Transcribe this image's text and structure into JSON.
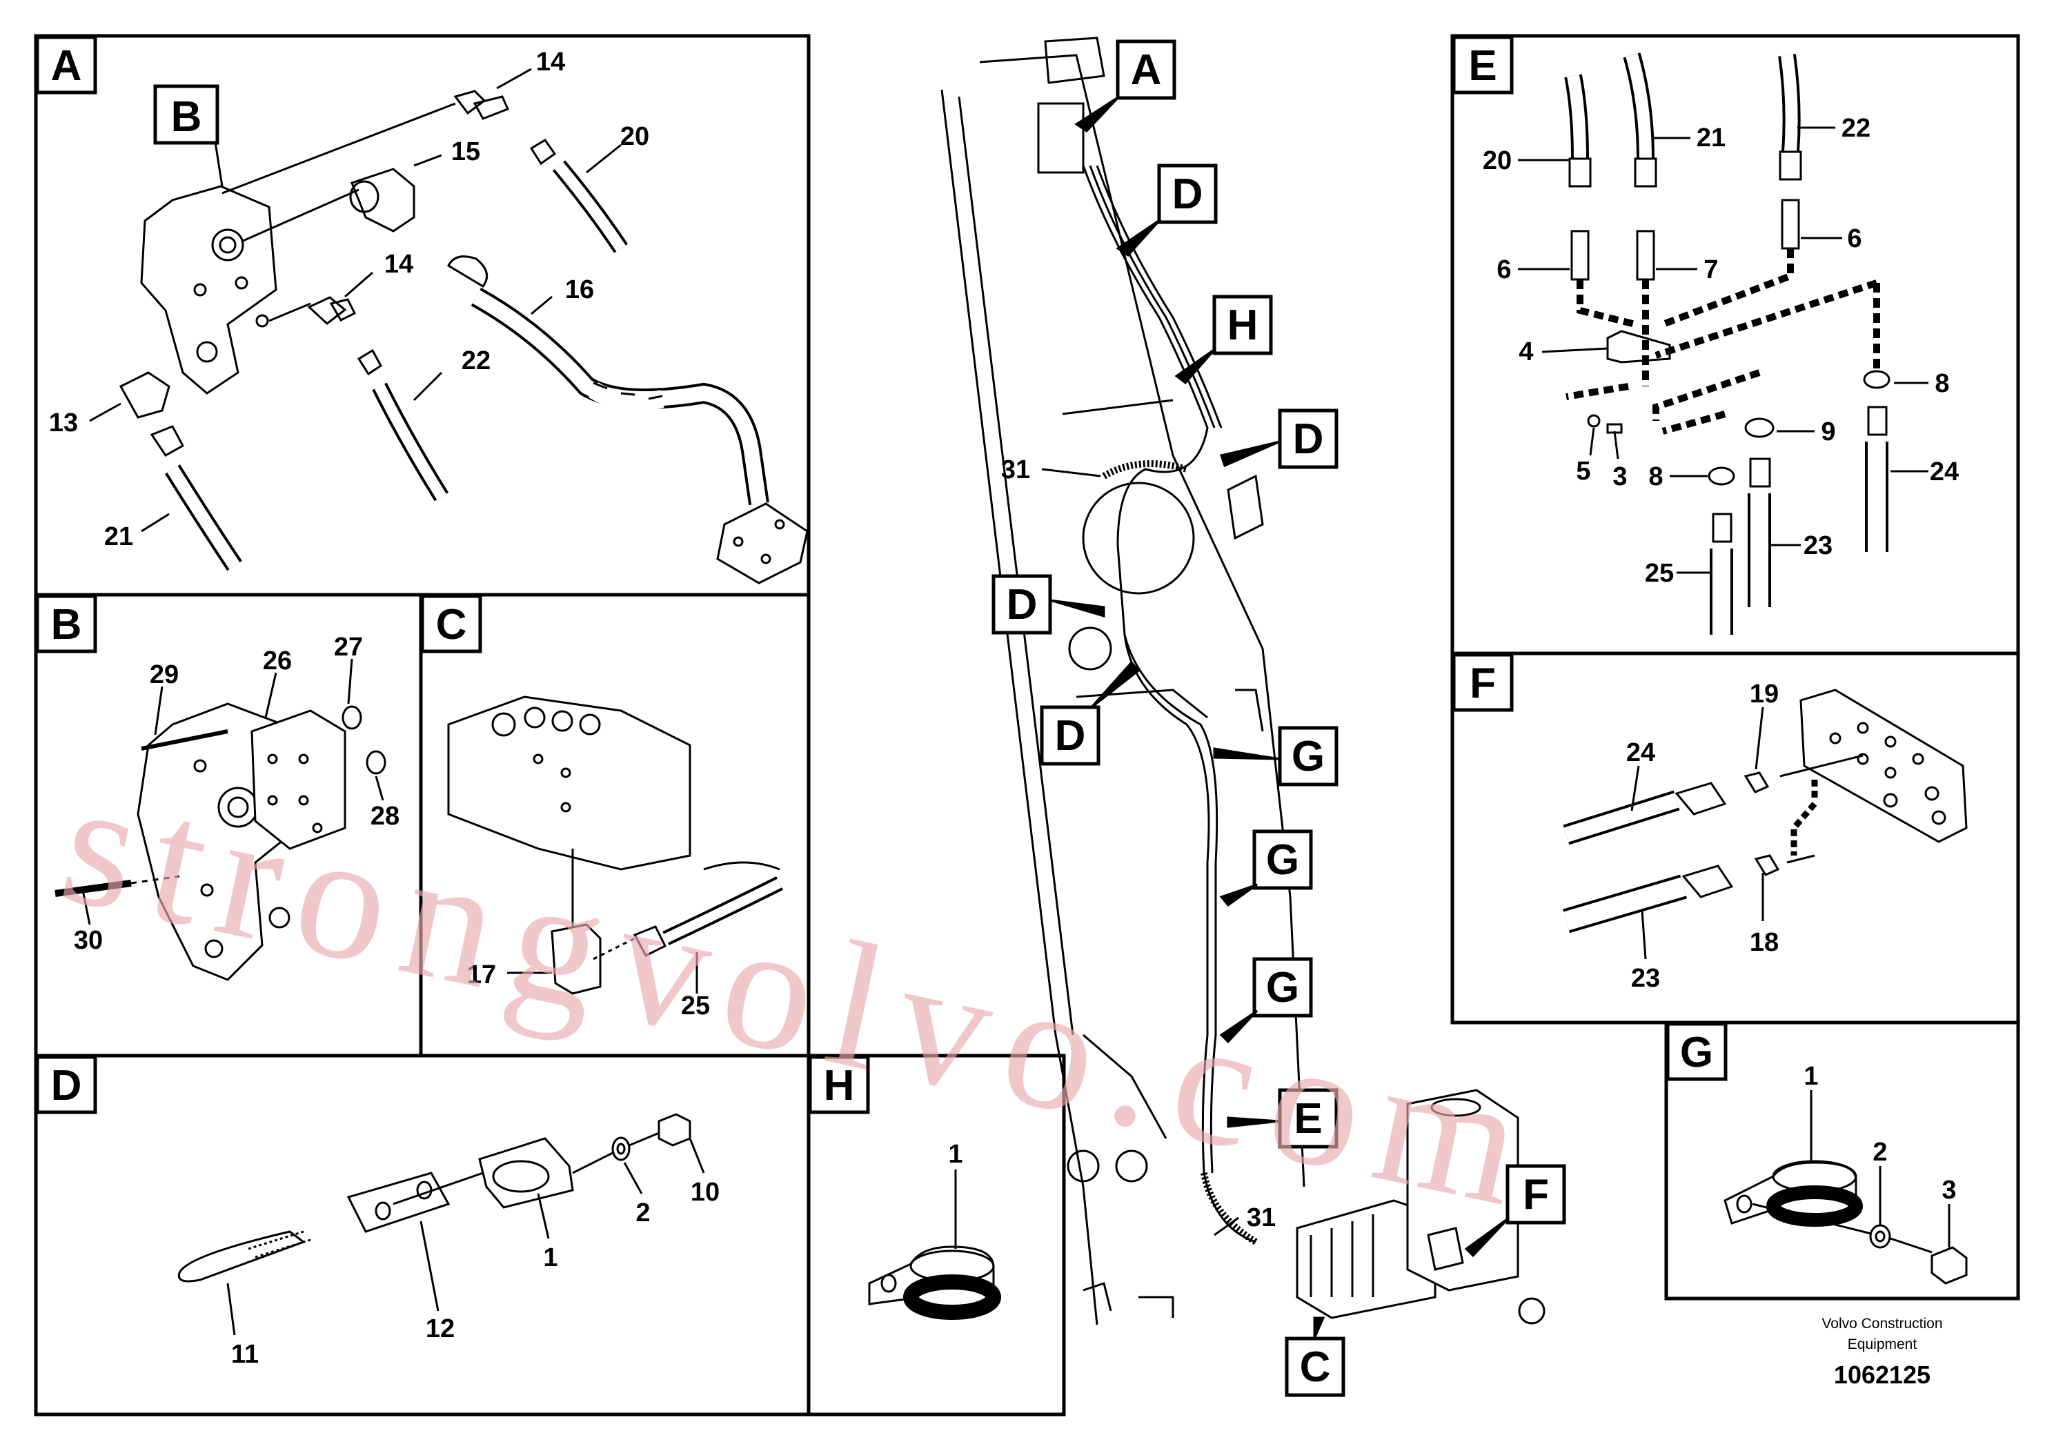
{
  "panels": {
    "A": {
      "title": "A",
      "callout": "B",
      "parts": [
        "14",
        "15",
        "20",
        "14",
        "16",
        "22",
        "13",
        "21"
      ]
    },
    "B": {
      "title": "B",
      "parts": [
        "29",
        "26",
        "27",
        "28",
        "30"
      ]
    },
    "C": {
      "title": "C",
      "parts": [
        "17",
        "25"
      ]
    },
    "D": {
      "title": "D",
      "parts": [
        "2",
        "10",
        "1",
        "12",
        "11"
      ]
    },
    "H": {
      "title": "H",
      "parts": [
        "1"
      ]
    },
    "E": {
      "title": "E",
      "parts": [
        "20",
        "21",
        "22",
        "6",
        "7",
        "6",
        "4",
        "8",
        "9",
        "5",
        "3",
        "8",
        "24",
        "23",
        "25"
      ]
    },
    "F": {
      "title": "F",
      "parts": [
        "24",
        "19",
        "18",
        "23"
      ]
    },
    "G": {
      "title": "G",
      "parts": [
        "1",
        "2",
        "3"
      ]
    }
  },
  "overview": {
    "callouts": [
      "A",
      "D",
      "H",
      "D",
      "D",
      "D",
      "G",
      "G",
      "G",
      "E",
      "F",
      "C"
    ],
    "parts": [
      "31",
      "31"
    ]
  },
  "footer": {
    "credit_line1": "Volvo Construction",
    "credit_line2": "Equipment",
    "doc_number": "1062125"
  },
  "watermark": "strongvolvo.com"
}
